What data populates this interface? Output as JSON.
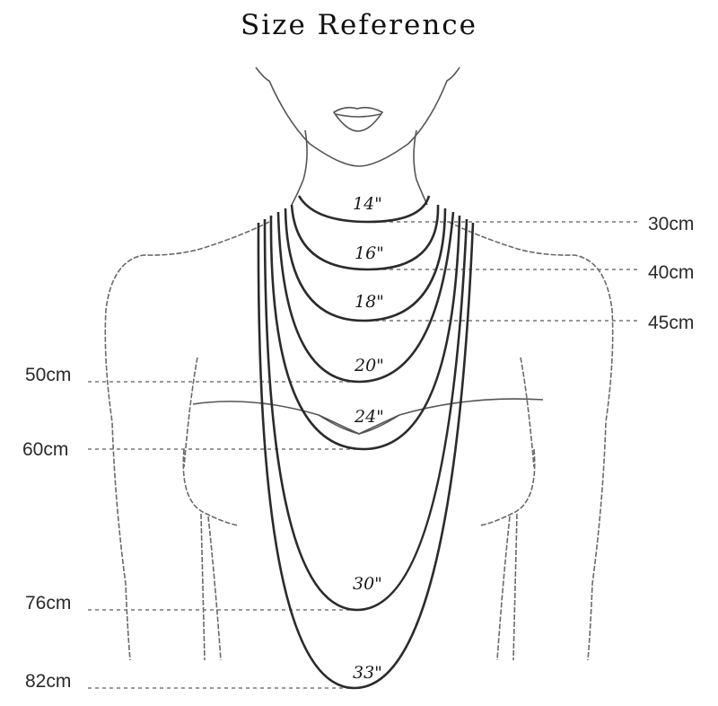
{
  "title": "Size Reference",
  "lengths": [
    {
      "inch": "14\"",
      "cm": "30cm",
      "side": "right"
    },
    {
      "inch": "16\"",
      "cm": "40cm",
      "side": "right"
    },
    {
      "inch": "18\"",
      "cm": "45cm",
      "side": "right"
    },
    {
      "inch": "20\"",
      "cm": "50cm",
      "side": "left"
    },
    {
      "inch": "24\"",
      "cm": "60cm",
      "side": "left"
    },
    {
      "inch": "30\"",
      "cm": "76cm",
      "side": "left"
    },
    {
      "inch": "33\"",
      "cm": "82cm",
      "side": "left"
    }
  ],
  "colors": {
    "chain": "#2b2b2b",
    "outline": "#6a6a6a",
    "background": "#ffffff"
  }
}
